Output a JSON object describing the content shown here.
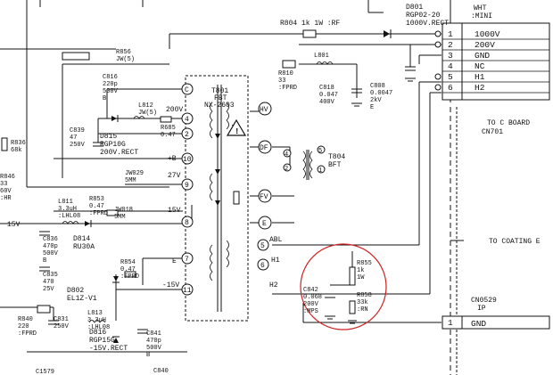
{
  "board_labels": {
    "to_c_board": "TO C BOARD",
    "to_c_board_conn": "CN701",
    "to_coating": "TO COATING E",
    "cn0529": "CN0529",
    "cn0529_type": "IP"
  },
  "top_connector": {
    "pins": [
      "1",
      "2",
      "3",
      "4",
      "5",
      "6"
    ],
    "labels": [
      "1000V",
      "200V",
      "GND",
      "NC",
      "H1",
      "H2"
    ],
    "header_a": "WHT",
    "header_b": ":MINI"
  },
  "bottom_connector": {
    "pin": "1",
    "label": "GND"
  },
  "fbt": {
    "ref": "T801",
    "type": "FBT",
    "part": "NX-2603",
    "pins": [
      "C",
      "4",
      "2",
      "10",
      "9",
      "8",
      "7",
      "11",
      "5",
      "6"
    ],
    "terminals": [
      "HV",
      "DF",
      "FV",
      "E"
    ],
    "abl": "ABL",
    "h1": "H1",
    "h2": "H2",
    "v200": "200V",
    "v27": "27V",
    "v15": "15V",
    "vpb": "+B",
    "vneg15": "-15V",
    "e": "E"
  },
  "components": {
    "r804": "R804  1k  1W  :RF",
    "d801": [
      "D801",
      "RGP02-20",
      "1000V.RECT"
    ],
    "r856": [
      "R856",
      "JW(5)"
    ],
    "c816": [
      "C816",
      "220p",
      "500V",
      "B"
    ],
    "l812": [
      "L812",
      "JW(5)"
    ],
    "c839": [
      "C839",
      "47",
      "250V"
    ],
    "d815": [
      "D815",
      "RGP10G",
      "200V.RECT"
    ],
    "r685": [
      "R685",
      "0.47"
    ],
    "r836": [
      "R836",
      "68k"
    ],
    "r846": [
      "R846",
      "33",
      "60V",
      ":HR"
    ],
    "jw029": [
      "JW029",
      "5MM"
    ],
    "l811": [
      "L811",
      "3.3uH",
      ":LHL08"
    ],
    "r853": [
      "R853",
      "0.47",
      ":FPRD"
    ],
    "jw018": [
      "JW018",
      "5MM"
    ],
    "c836": [
      "C836",
      "470p",
      "500V",
      "B"
    ],
    "d814": [
      "D814",
      "RU30A"
    ],
    "c835": [
      "C835",
      "470",
      "25V"
    ],
    "r854": [
      "R854",
      "0.47",
      ":FPRD"
    ],
    "d802": [
      "D802",
      "EL1Z-V1"
    ],
    "r840": [
      "R840",
      "220",
      ":FPRD"
    ],
    "c831": [
      "C831",
      "250V"
    ],
    "l813": [
      "L813",
      "3.3uH",
      ":LHL08"
    ],
    "d816": [
      "D816",
      "RGP15G",
      "-15V.RECT"
    ],
    "c841": [
      "C841",
      "470p",
      "500V",
      "B"
    ],
    "c840": [
      "C840"
    ],
    "c1579": [
      "C1579"
    ],
    "l801": [
      "L801"
    ],
    "r810": [
      "R810",
      "33",
      ":FPRD"
    ],
    "c818": [
      "C818",
      "0.047",
      "400V"
    ],
    "c808": [
      "C808",
      "0.0047",
      "2kV",
      "E"
    ],
    "t804": [
      "T804",
      "BFT"
    ],
    "r855": [
      "R855",
      "1k",
      "1W"
    ],
    "c842": [
      "C842",
      "0.068",
      "200V",
      ":MPS"
    ],
    "r858": [
      "R858",
      "33k",
      ":RN"
    ],
    "v15_left": "15V"
  },
  "colors": {
    "ink": "#111111",
    "annotation": "#cc2222",
    "background": "#ffffff"
  }
}
